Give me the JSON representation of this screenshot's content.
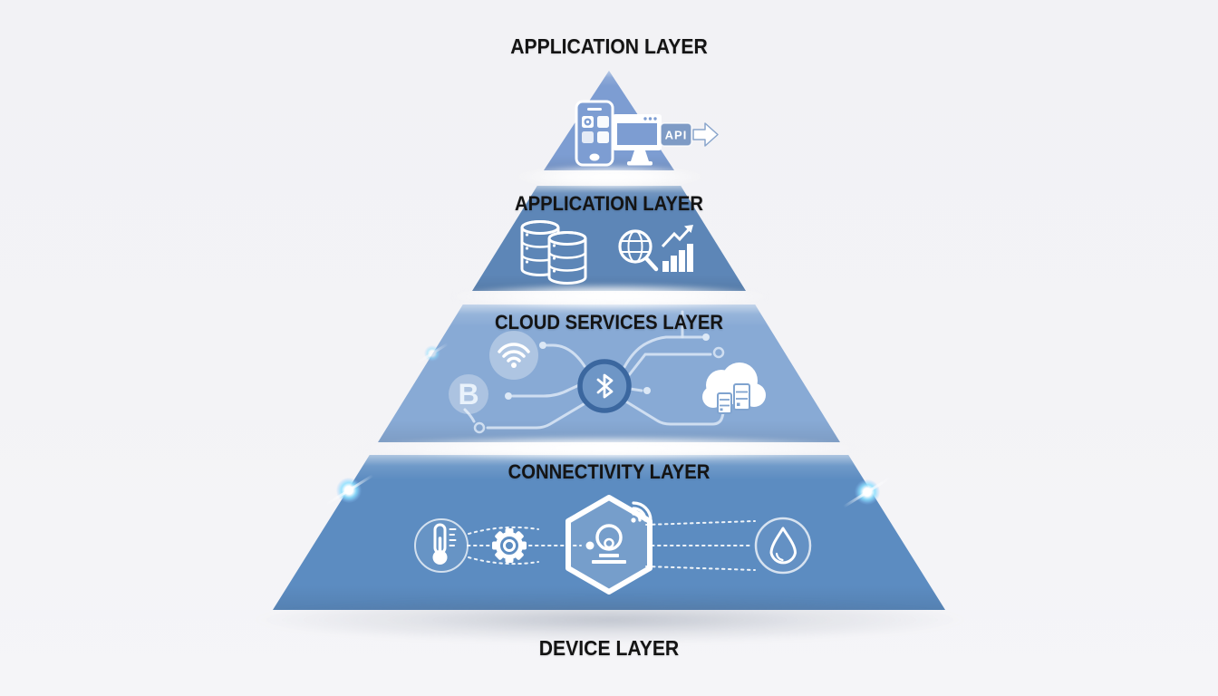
{
  "diagram": {
    "background_color": "#f3f3f6",
    "label_color": "#141414",
    "top_label": "APPLICATION LAYER",
    "bottom_label": "DEVICE LAYER",
    "api_text": "API",
    "letter_b": "B",
    "tiers": [
      {
        "id": "apex-tier",
        "label": "",
        "color": "#7d9dd2",
        "icons": [
          "smartphone-icon",
          "monitor-icon",
          "api-chip",
          "arrow-right-icon"
        ]
      },
      {
        "id": "application-tier",
        "label": "APPLICATION LAYER",
        "color": "#5d86b7",
        "icons": [
          "database-stack-icon",
          "globe-search-icon",
          "growth-chart-icon"
        ]
      },
      {
        "id": "cloud-services-tier",
        "label": "CLOUD SERVICES LAYER",
        "color": "#88aad5",
        "icons": [
          "circuit-traces",
          "wifi-icon",
          "letter-b-badge",
          "bluetooth-hub-icon",
          "cloud-servers-icon"
        ]
      },
      {
        "id": "connectivity-tier",
        "label": "CONNECTIVITY LAYER",
        "color": "#5c8cc1",
        "icons": [
          "thermometer-icon",
          "gear-icon",
          "device-hexagon-icon",
          "water-drop-icon"
        ]
      }
    ]
  }
}
